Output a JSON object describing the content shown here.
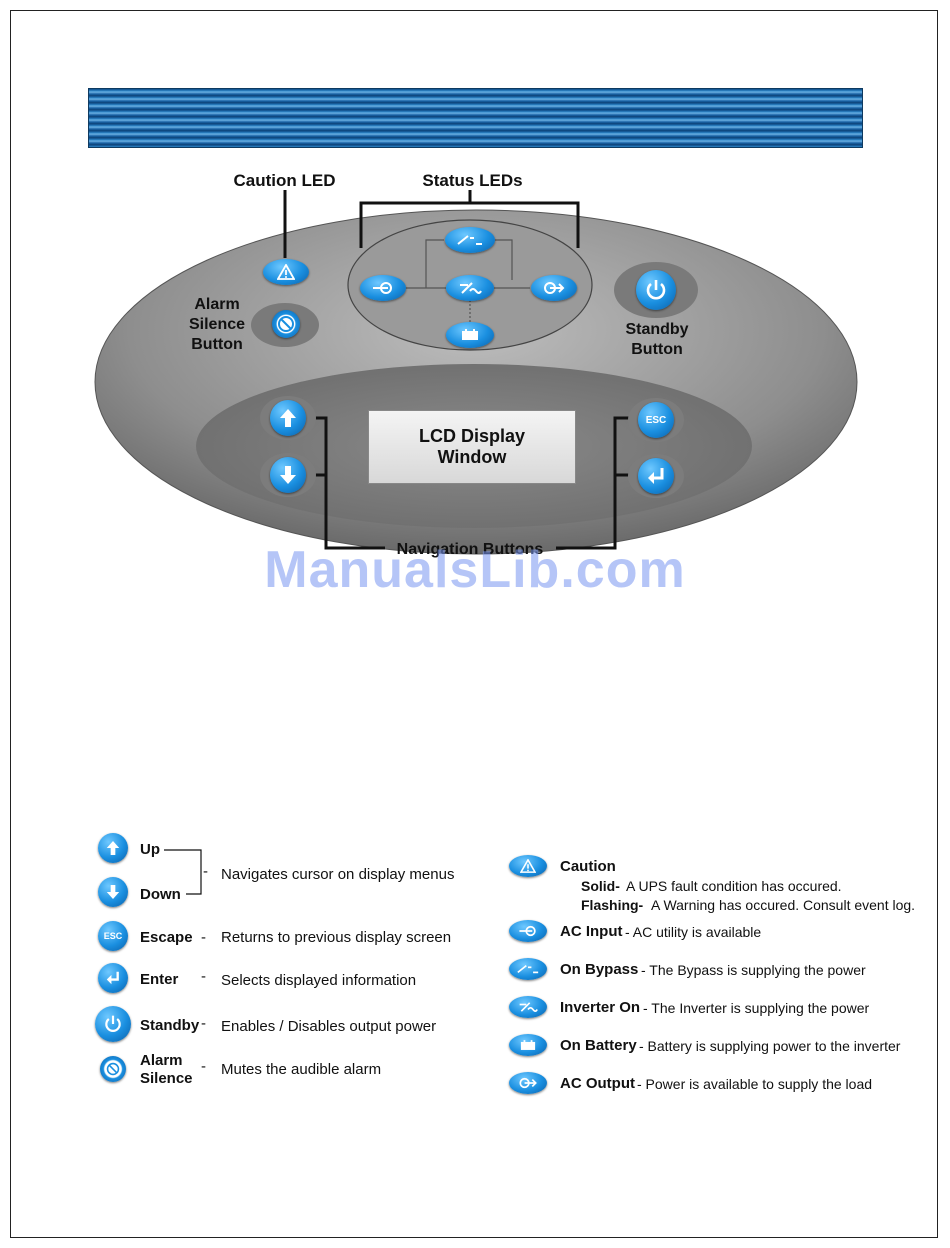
{
  "panel": {
    "caution_led_label": "Caution LED",
    "status_leds_label": "Status LEDs",
    "alarm_silence_label": [
      "Alarm",
      "Silence",
      "Button"
    ],
    "standby_label": [
      "Standby",
      "Button"
    ],
    "lcd_label": [
      "LCD Display",
      "Window"
    ],
    "navigation_label": "Navigation Buttons",
    "esc_text": "ESC"
  },
  "watermark": "ManualsLib.com",
  "legend_left": {
    "up": "Up",
    "down": "Down",
    "updown_desc": "Navigates cursor on display menus",
    "escape": "Escape",
    "escape_desc": "Returns to previous display screen",
    "enter": "Enter",
    "enter_desc": "Selects displayed information",
    "standby": "Standby",
    "standby_desc": "Enables / Disables output power",
    "alarm": "Alarm",
    "silence": "Silence",
    "alarm_desc": "Mutes the audible alarm",
    "dash": "-"
  },
  "legend_right": {
    "caution": "Caution",
    "solid": "Solid-",
    "solid_desc": "A UPS fault condition has occured.",
    "flashing": "Flashing-",
    "flashing_desc": "A Warning has occured.  Consult event log.",
    "ac_input": "AC Input",
    "ac_input_desc": "- AC utility is available",
    "on_bypass": "On Bypass",
    "on_bypass_desc": "- The Bypass is supplying the power",
    "inverter_on": "Inverter On",
    "inverter_on_desc": "- The Inverter is supplying the power",
    "on_battery": "On Battery",
    "on_battery_desc": "- Battery is supplying power to the inverter",
    "ac_output": "AC Output",
    "ac_output_desc": "- Power is available to supply the load"
  },
  "colors": {
    "accent": "#1a8fe0",
    "banner": "#1a63a6",
    "panel_gray": "#8c8c8c"
  }
}
